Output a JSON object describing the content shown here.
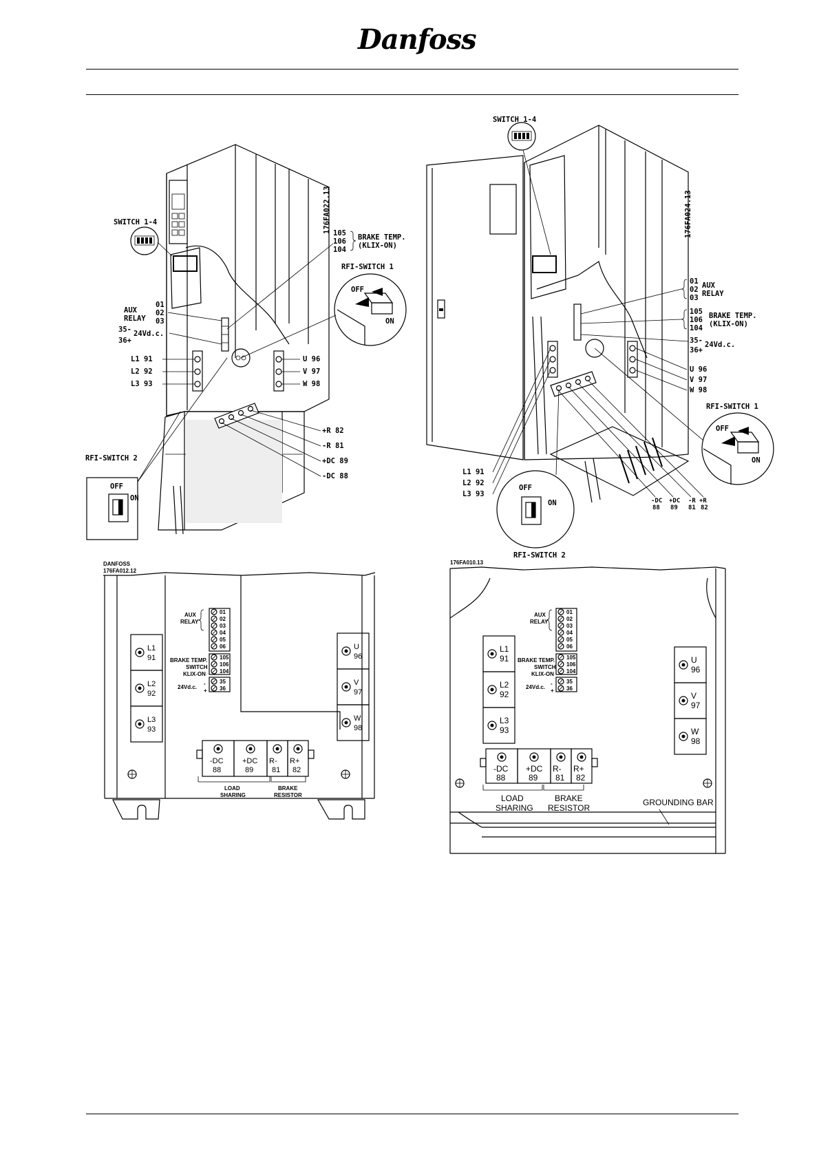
{
  "header": {
    "brand": "Danfoss"
  },
  "fig_tl": {
    "code": "176FA022.13",
    "switch_label": "SWITCH 1-4",
    "brake_nums": [
      "105",
      "106",
      "104"
    ],
    "brake_text": [
      "BRAKE TEMP.",
      "(KLIX-ON)"
    ],
    "rfi1": "RFI-SWITCH 1",
    "off": "OFF",
    "on": "ON",
    "aux_text": [
      "AUX",
      "RELAY"
    ],
    "aux_nums": [
      "01",
      "02",
      "03"
    ],
    "dc_24": [
      "35-",
      "24Vd.c.",
      "36+"
    ],
    "mains": [
      "L1 91",
      "L2 92",
      "L3 93"
    ],
    "motor": [
      "U 96",
      "V 97",
      "W 98"
    ],
    "dc_bus": [
      "+R 82",
      "-R 81",
      "+DC 89",
      "-DC 88"
    ],
    "rfi2": "RFI-SWITCH 2"
  },
  "fig_tr": {
    "code": "176FA024.13",
    "switch_label": "SWITCH 1-4",
    "aux_nums": [
      "01",
      "02",
      "03"
    ],
    "aux_text": [
      "AUX",
      "RELAY"
    ],
    "brake_nums": [
      "105",
      "106",
      "104"
    ],
    "brake_text": [
      "BRAKE TEMP.",
      "(KLIX-ON)"
    ],
    "dc_24": [
      "35-",
      "24Vd.c.",
      "36+"
    ],
    "motor": [
      "U 96",
      "V 97",
      "W 98"
    ],
    "rfi1": "RFI-SWITCH 1",
    "off": "OFF",
    "on": "ON",
    "mains": [
      "L1 91",
      "L2 92",
      "L3 93"
    ],
    "bottom_top": [
      "-DC",
      "+DC",
      "-R",
      "+R"
    ],
    "bottom_num": [
      "88",
      "89",
      "81",
      "82"
    ],
    "rfi2": "RFI-SWITCH 2"
  },
  "fig_bl": {
    "brand": "DANFOSS",
    "code": "176FA012.12",
    "aux_text": [
      "AUX",
      "RELAY"
    ],
    "aux_nums": [
      "01",
      "02",
      "03",
      "04",
      "05",
      "06"
    ],
    "brake_text": [
      "BRAKE TEMP.",
      "SWITCH",
      "KLIX-ON"
    ],
    "brake_nums": [
      "105",
      "106",
      "104"
    ],
    "dc_24": [
      "24Vd.c.",
      "-",
      "+"
    ],
    "dc_nums": [
      "35",
      "36"
    ],
    "mains": [
      [
        "L1",
        "91"
      ],
      [
        "L2",
        "92"
      ],
      [
        "L3",
        "93"
      ]
    ],
    "motor": [
      [
        "U",
        "96"
      ],
      [
        "V",
        "97"
      ],
      [
        "W",
        "98"
      ]
    ],
    "bus": [
      [
        "-DC",
        "88"
      ],
      [
        "+DC",
        "89"
      ],
      [
        "R-",
        "81"
      ],
      [
        "R+",
        "82"
      ]
    ],
    "load": [
      "LOAD",
      "SHARING"
    ],
    "brake_res": [
      "BRAKE",
      "RESISTOR"
    ]
  },
  "fig_br": {
    "code": "176FA010.13",
    "aux_text": [
      "AUX",
      "RELAY"
    ],
    "aux_nums": [
      "01",
      "02",
      "03",
      "04",
      "05",
      "06"
    ],
    "brake_text": [
      "BRAKE TEMP.",
      "SWITCH",
      "KLIX-ON"
    ],
    "brake_nums": [
      "105",
      "106",
      "104"
    ],
    "dc_24": [
      "24Vd.c.",
      "-",
      "+"
    ],
    "dc_nums": [
      "35",
      "36"
    ],
    "mains": [
      [
        "L1",
        "91"
      ],
      [
        "L2",
        "92"
      ],
      [
        "L3",
        "93"
      ]
    ],
    "motor": [
      [
        "U",
        "96"
      ],
      [
        "V",
        "97"
      ],
      [
        "W",
        "98"
      ]
    ],
    "bus": [
      [
        "-DC",
        "88"
      ],
      [
        "+DC",
        "89"
      ],
      [
        "R-",
        "81"
      ],
      [
        "R+",
        "82"
      ]
    ],
    "load": [
      "LOAD",
      "SHARING"
    ],
    "brake_res": [
      "BRAKE",
      "RESISTOR"
    ],
    "grounding": "GROUNDING BAR"
  }
}
